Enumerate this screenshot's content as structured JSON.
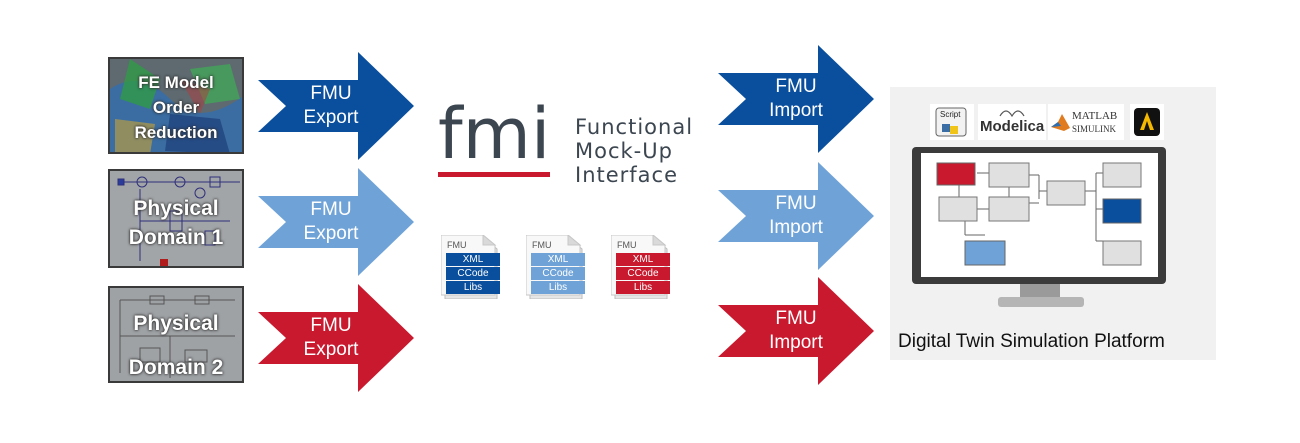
{
  "sources": [
    {
      "label_lines": [
        "FE Model",
        "Order",
        "Reduction"
      ]
    },
    {
      "label_lines": [
        "Physical",
        "Domain 1"
      ]
    },
    {
      "label_lines": [
        "Physical",
        "Domain 2"
      ]
    }
  ],
  "export_arrows": [
    {
      "lines": [
        "FMU",
        "Export"
      ],
      "color": "#0a4f9e"
    },
    {
      "lines": [
        "FMU",
        "Export"
      ],
      "color": "#6fa3d8"
    },
    {
      "lines": [
        "FMU",
        "Export"
      ],
      "color": "#c8192e"
    }
  ],
  "import_arrows": [
    {
      "lines": [
        "FMU",
        "Import"
      ],
      "color": "#0a4f9e"
    },
    {
      "lines": [
        "FMU",
        "Import"
      ],
      "color": "#6fa3d8"
    },
    {
      "lines": [
        "FMU",
        "Import"
      ],
      "color": "#c8192e"
    }
  ],
  "fmi": {
    "logo_text": "fmi",
    "words": [
      "Functional",
      "Mock-Up",
      "Interface"
    ],
    "text_color": "#3c4650",
    "underline_color": "#c8192e"
  },
  "fmu_docs": [
    {
      "header": "FMU",
      "rows": [
        "XML",
        "CCode",
        "Libs"
      ],
      "color": "#0a4f9e"
    },
    {
      "header": "FMU",
      "rows": [
        "XML",
        "CCode",
        "Libs"
      ],
      "color": "#6fa3d8"
    },
    {
      "header": "FMU",
      "rows": [
        "XML",
        "CCode",
        "Libs"
      ],
      "color": "#c8192e"
    }
  ],
  "platform": {
    "label": "Digital Twin Simulation Platform",
    "tools": {
      "script": "Script",
      "modelica": "Modelica",
      "matlab": "MATLAB",
      "simulink": "SIMULINK"
    }
  }
}
